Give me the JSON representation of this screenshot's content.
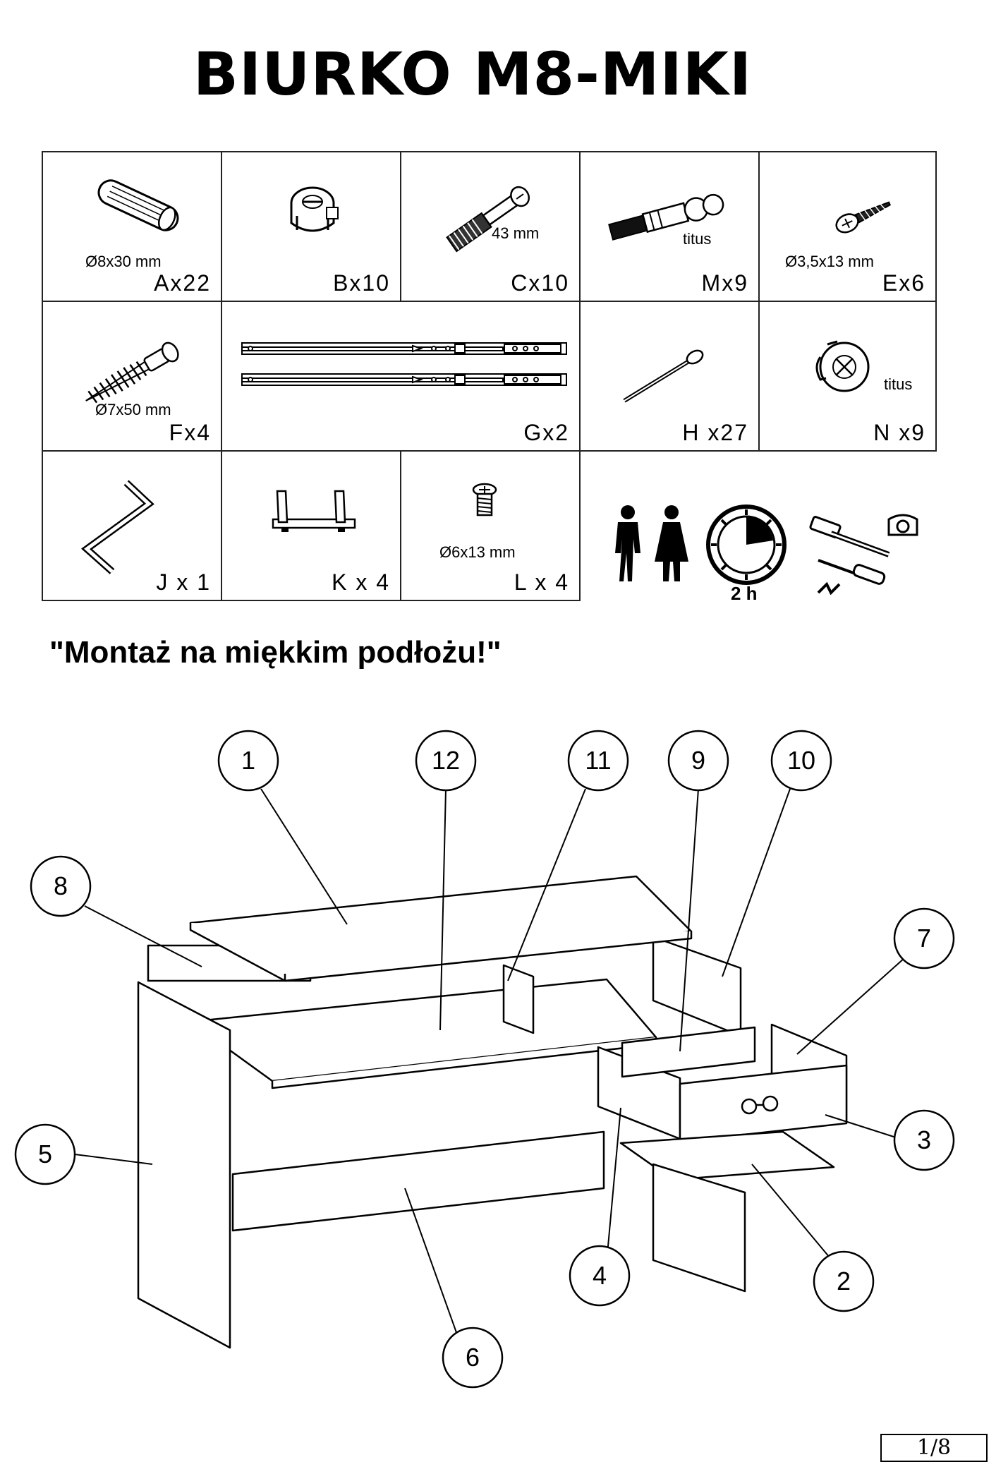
{
  "title": "BIURKO M8-MIKI",
  "parts": [
    {
      "id": "A",
      "qty": "Ax22",
      "dim": "Ø8x30 mm",
      "icon": "wooden-dowel-icon"
    },
    {
      "id": "B",
      "qty": "Bx10",
      "dim": "",
      "icon": "cam-lock-icon"
    },
    {
      "id": "C",
      "qty": "Cx10",
      "dim": "43 mm",
      "icon": "cam-bolt-icon"
    },
    {
      "id": "M",
      "qty": "Mx9",
      "dim": "titus",
      "icon": "titus-bolt-icon"
    },
    {
      "id": "E",
      "qty": "Ex6",
      "dim": "Ø3,5x13 mm",
      "icon": "screw-icon"
    },
    {
      "id": "F",
      "qty": "Fx4",
      "dim": "Ø7x50 mm",
      "icon": "confirmat-screw-icon"
    },
    {
      "id": "G",
      "qty": "Gx2",
      "dim": "",
      "icon": "drawer-slide-icon"
    },
    {
      "id": "H",
      "qty": "H x27",
      "dim": "",
      "icon": "nail-icon"
    },
    {
      "id": "N",
      "qty": "N x9",
      "dim": "titus",
      "icon": "titus-cam-icon"
    },
    {
      "id": "J",
      "qty": "J x 1",
      "dim": "",
      "icon": "allen-key-icon"
    },
    {
      "id": "K",
      "qty": "K x 4",
      "dim": "",
      "icon": "furniture-glide-icon"
    },
    {
      "id": "L",
      "qty": "L x 4",
      "dim": "Ø6x13 mm",
      "icon": "handle-screw-icon"
    }
  ],
  "info": {
    "time_label": "2 h",
    "people_icon": "two-people-icon",
    "clock_icon": "clock-icon",
    "tools_icon": "tools-icon"
  },
  "warning": "\"Montaż na miękkim podłożu!\"",
  "callouts": [
    "1",
    "12",
    "11",
    "9",
    "10",
    "8",
    "7",
    "5",
    "3",
    "4",
    "2",
    "6"
  ],
  "page_number": "1/8"
}
